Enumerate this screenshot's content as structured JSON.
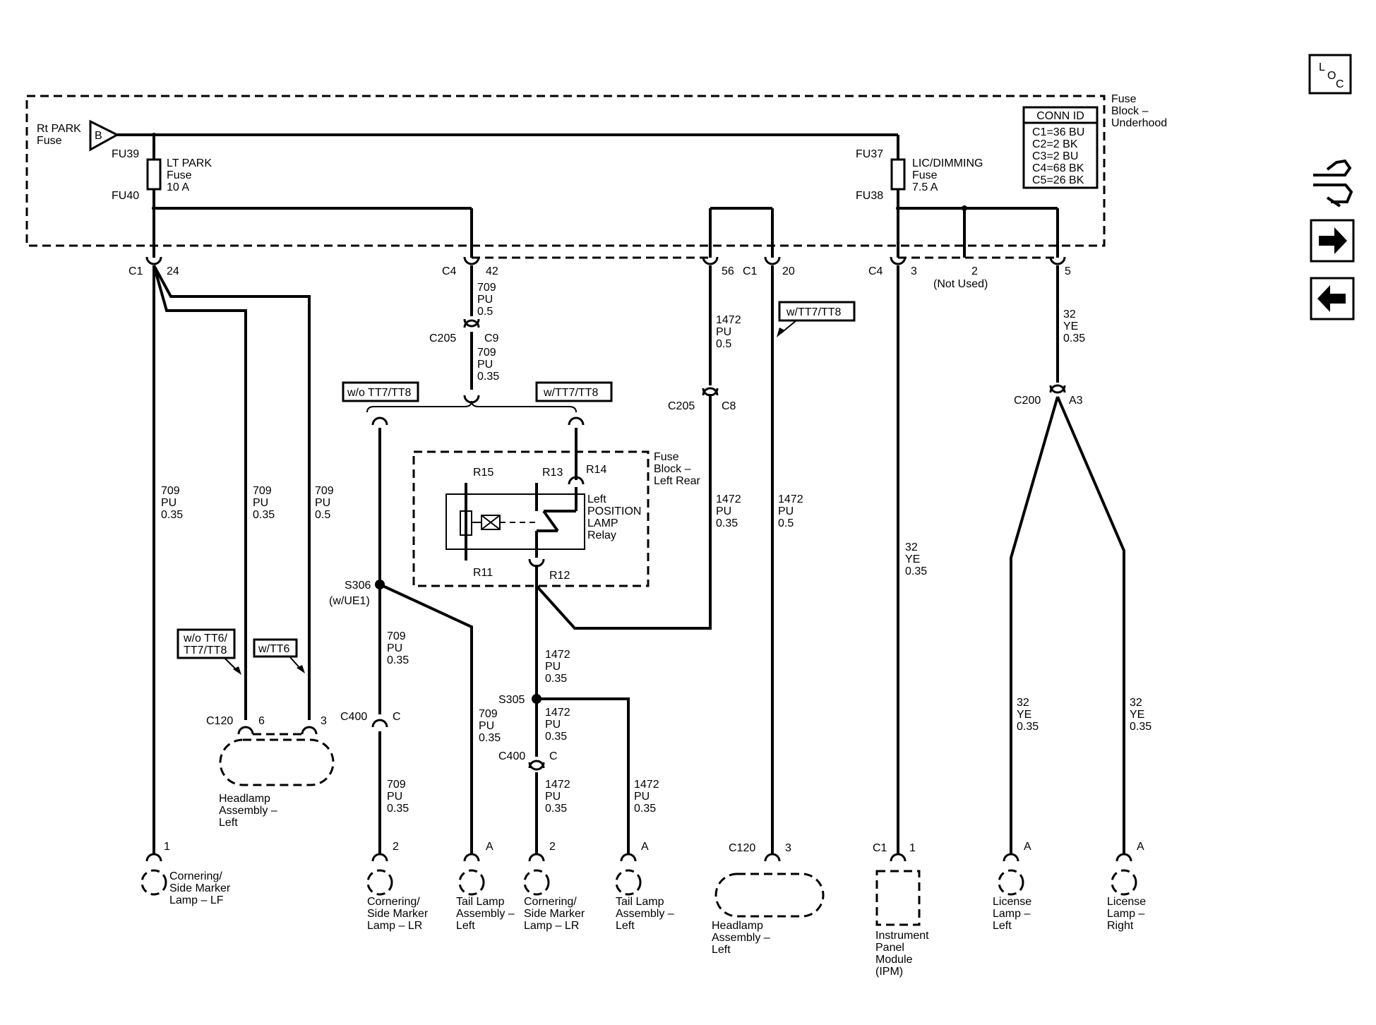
{
  "nav": {
    "loc_icon": "loc-icon",
    "connector_icon": "connector-icon",
    "next_icon": "arrow-right-icon",
    "prev_icon": "arrow-left-icon",
    "loc_l": "L",
    "loc_o": "O",
    "loc_c": "C"
  },
  "underhood": {
    "title_1": "Fuse",
    "title_2": "Block –",
    "title_3": "Underhood",
    "rt_park_1": "Rt PARK",
    "rt_park_2": "Fuse",
    "b_label": "B",
    "fu39": "FU39",
    "fu40": "FU40",
    "lt_park_1": "LT PARK",
    "lt_park_2": "Fuse",
    "lt_park_3": "10 A",
    "fu37": "FU37",
    "fu38": "FU38",
    "lic_1": "LIC/DIMMING",
    "lic_2": "Fuse",
    "lic_3": "7.5 A",
    "conn_id_title": "CONN ID",
    "conn_ids": [
      "C1=36 BU",
      "C2=2 BK",
      "C3=2 BU",
      "C4=68 BK",
      "C5=26 BK"
    ]
  },
  "connectors": {
    "c1": "C1",
    "p24": "24",
    "c4a": "C4",
    "p42": "42",
    "p56": "56",
    "c1b": "C1",
    "p20": "20",
    "c4b": "C4",
    "p3": "3",
    "p2": "2",
    "not_used": "(Not Used)",
    "p5": "5",
    "c205a": "C205",
    "c9": "C9",
    "c205b": "C205",
    "c8": "C8",
    "c200": "C200",
    "a3": "A3",
    "c120a": "C120",
    "p6": "6",
    "p3b": "3",
    "c400a": "C400",
    "ca": "C",
    "c400b": "C400",
    "cb": "C",
    "s306": "S306",
    "s306_opt": "(w/UE1)",
    "s305": "S305"
  },
  "options": {
    "wo_tt7_tt8": "w/o TT7/TT8",
    "w_tt7_tt8_a": "w/TT7/TT8",
    "w_tt7_tt8_b": "w/TT7/TT8",
    "wo_tt6_1": "w/o TT6/",
    "wo_tt6_2": "TT7/TT8",
    "w_tt6": "w/TT6"
  },
  "wires": {
    "w709_a": [
      "709",
      "PU",
      "0.5"
    ],
    "w709_b": [
      "709",
      "PU",
      "0.35"
    ],
    "w1472_a": [
      "1472",
      "PU",
      "0.5"
    ],
    "w32_a": [
      "32",
      "YE",
      "0.35"
    ],
    "w709_c": [
      "709",
      "PU",
      "0.35"
    ],
    "w709_d": [
      "709",
      "PU",
      "0.35"
    ],
    "w709_e": [
      "709",
      "PU",
      "0.5"
    ],
    "w1472_b": [
      "1472",
      "PU",
      "0.35"
    ],
    "w1472_c": [
      "1472",
      "PU",
      "0.5"
    ],
    "w32_b": [
      "32",
      "YE",
      "0.35"
    ],
    "w709_f": [
      "709",
      "PU",
      "0.35"
    ],
    "w709_g": [
      "709",
      "PU",
      "0.35"
    ],
    "w1472_d": [
      "1472",
      "PU",
      "0.35"
    ],
    "w1472_e": [
      "1472",
      "PU",
      "0.35"
    ],
    "w709_h": [
      "709",
      "PU",
      "0.35"
    ],
    "w1472_f": [
      "1472",
      "PU",
      "0.35"
    ],
    "w1472_g": [
      "1472",
      "PU",
      "0.35"
    ],
    "w32_c": [
      "32",
      "YE",
      "0.35"
    ],
    "w32_d": [
      "32",
      "YE",
      "0.35"
    ]
  },
  "relay": {
    "box_1": "Fuse",
    "box_2": "Block –",
    "box_3": "Left Rear",
    "r15": "R15",
    "r13": "R13",
    "r14": "R14",
    "r11": "R11",
    "r12": "R12",
    "name_1": "Left",
    "name_2": "POSITION",
    "name_3": "LAMP",
    "name_4": "Relay"
  },
  "components": {
    "cornering_lf": {
      "pin": "1",
      "l1": "Cornering/",
      "l2": "Side Marker",
      "l3": "Lamp – LF"
    },
    "cornering_lr_a": {
      "pin": "2",
      "l1": "Cornering/",
      "l2": "Side Marker",
      "l3": "Lamp – LR"
    },
    "tail_a": {
      "pin": "A",
      "l1": "Tail Lamp",
      "l2": "Assembly –",
      "l3": "Left"
    },
    "cornering_lr_b": {
      "pin": "2",
      "l1": "Cornering/",
      "l2": "Side Marker",
      "l3": "Lamp – LR"
    },
    "tail_b": {
      "pin": "A",
      "l1": "Tail Lamp",
      "l2": "Assembly –",
      "l3": "Left"
    },
    "headlamp_a": {
      "l1": "Headlamp",
      "l2": "Assembly –",
      "l3": "Left"
    },
    "headlamp_b": {
      "conn": "C120",
      "pin": "3",
      "l1": "Headlamp",
      "l2": "Assembly –",
      "l3": "Left"
    },
    "ipm": {
      "conn": "C1",
      "pin": "1",
      "l1": "Instrument",
      "l2": "Panel",
      "l3": "Module",
      "l4": "(IPM)"
    },
    "license_left": {
      "pin": "A",
      "l1": "License",
      "l2": "Lamp –",
      "l3": "Left"
    },
    "license_right": {
      "pin": "A",
      "l1": "License",
      "l2": "Lamp –",
      "l3": "Right"
    }
  }
}
